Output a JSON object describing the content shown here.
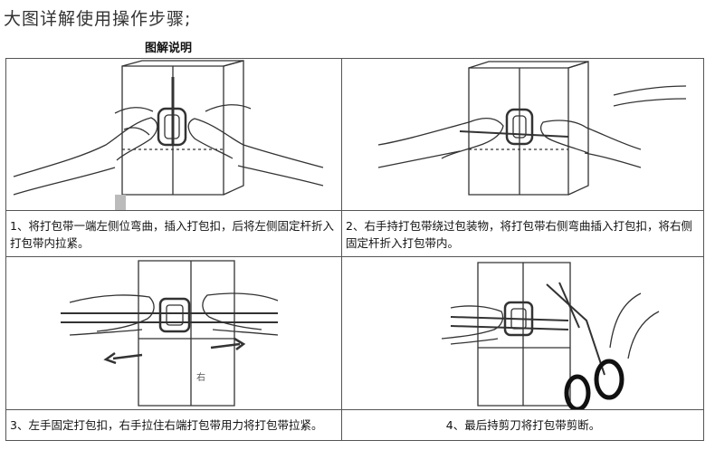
{
  "heading": "大图详解使用操作步骤;",
  "subheading": "图解说明",
  "steps": [
    {
      "caption": "1、将打包带一端左侧位弯曲，插入打包扣，后将左侧固定杆折入打包带内拉紧。"
    },
    {
      "caption": "2、右手持打包带绕过包装物，将打包带右侧弯曲插入打包扣，将右侧固定杆折入打包带内。"
    },
    {
      "caption": "3、左手固定打包扣，右手拉住右端打包带用力将打包带拉紧。"
    },
    {
      "caption": "4、最后持剪刀将打包带剪断。"
    }
  ],
  "box_mark": "右"
}
